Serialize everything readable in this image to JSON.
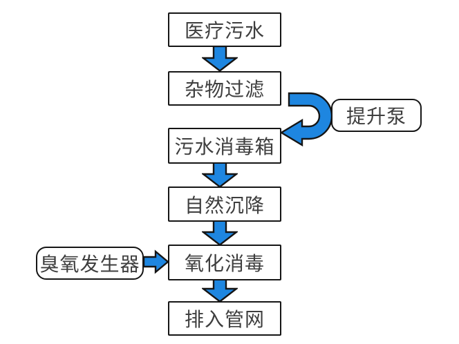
{
  "diagram": {
    "nodes": {
      "medical_sewage": "医疗污水",
      "debris_filter": "杂物过滤",
      "disinfection_tank": "污水消毒箱",
      "natural_settling": "自然沉降",
      "oxidation_disinfection": "氧化消毒",
      "discharge_network": "排入管网",
      "lift_pump": "提升泵",
      "ozone_generator": "臭氧发生器"
    },
    "edges": [
      {
        "from": "医疗污水",
        "to": "杂物过滤",
        "type": "down-arrow"
      },
      {
        "from": "杂物过滤",
        "to": "污水消毒箱",
        "type": "curved-uturn-arrow",
        "via": "提升泵"
      },
      {
        "from": "污水消毒箱",
        "to": "自然沉降",
        "type": "down-arrow"
      },
      {
        "from": "自然沉降",
        "to": "氧化消毒",
        "type": "down-arrow"
      },
      {
        "from": "臭氧发生器",
        "to": "氧化消毒",
        "type": "right-arrow"
      },
      {
        "from": "氧化消毒",
        "to": "排入管网",
        "type": "down-arrow"
      }
    ],
    "colors": {
      "arrow_fill": "#1e86e0",
      "outline": "#151515",
      "box_fill": "#ffffff",
      "text": "#3e3e3e",
      "background": "#ffffff"
    }
  }
}
